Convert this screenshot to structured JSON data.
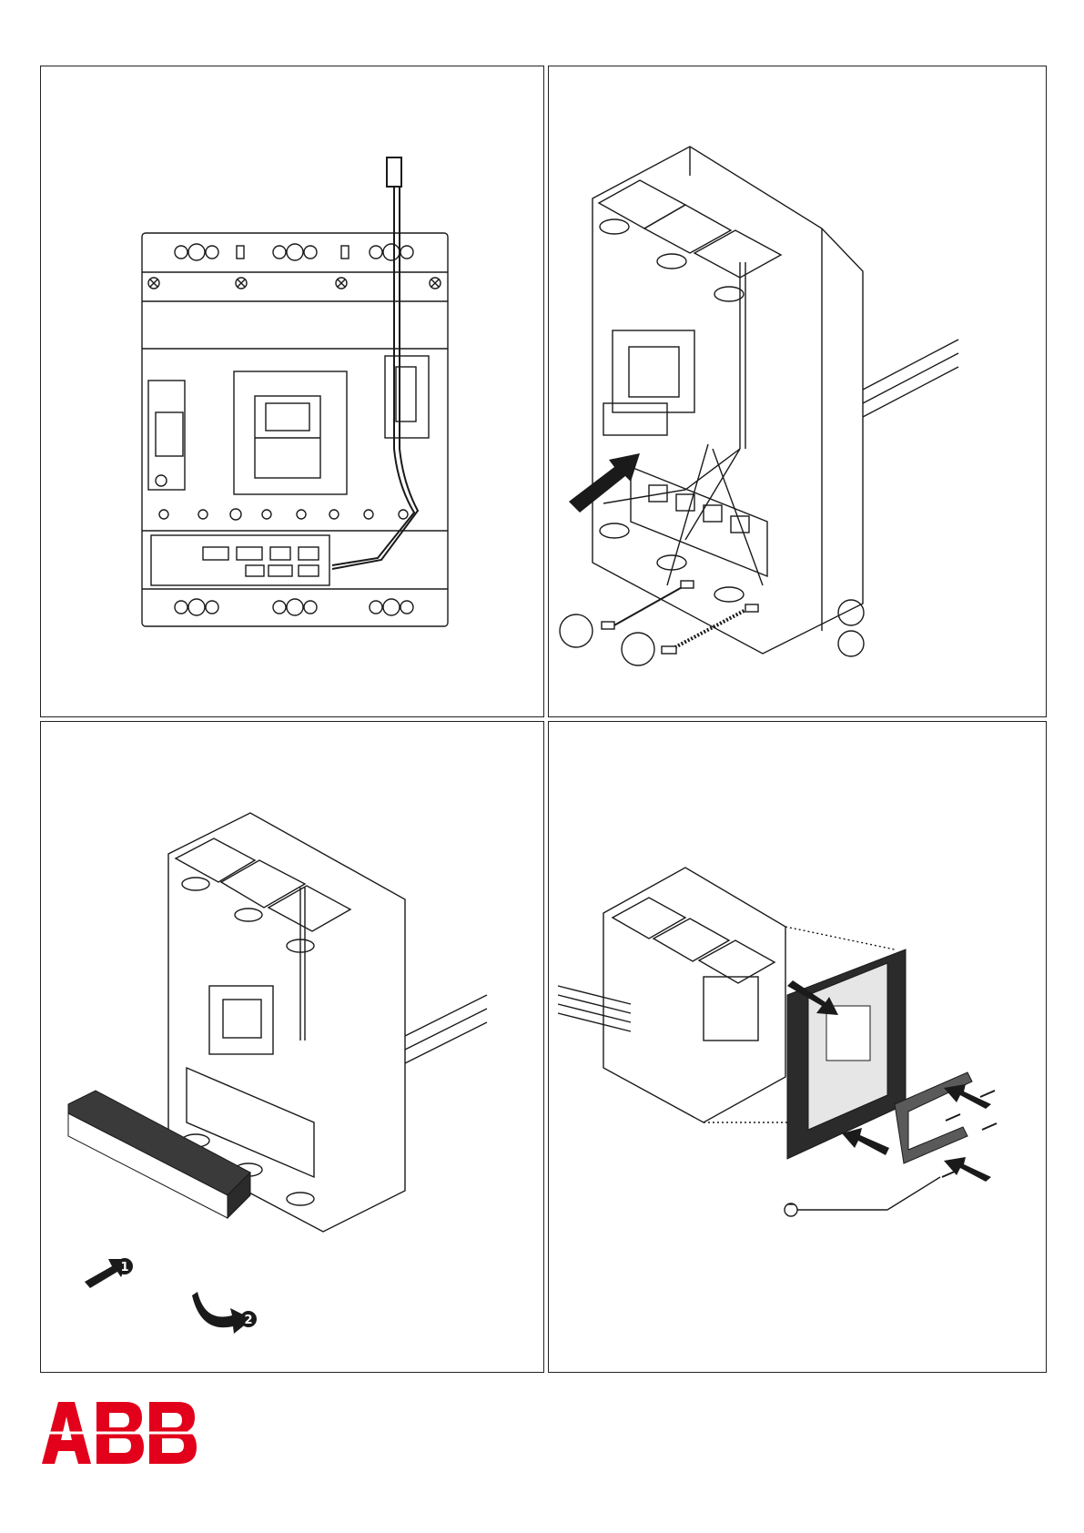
{
  "document": {
    "brand": "ABB",
    "brand_color": "#e2001a",
    "line_color": "#1a1a1a",
    "fill_dark": "#2b2b2b",
    "fill_grey": "#5a5a5a"
  },
  "panels": [
    {
      "id": "panel-1",
      "content": "front-view-breaker-with-cable"
    },
    {
      "id": "panel-2",
      "content": "isometric-breaker-cable-connection",
      "callouts": [
        "",
        "",
        "",
        ""
      ]
    },
    {
      "id": "panel-3",
      "content": "isometric-breaker-cover-fitting",
      "steps": [
        "1",
        "2"
      ]
    },
    {
      "id": "panel-4",
      "content": "isometric-breaker-plate-mounting",
      "icons": [
        "screw-rotation-icon"
      ]
    }
  ]
}
